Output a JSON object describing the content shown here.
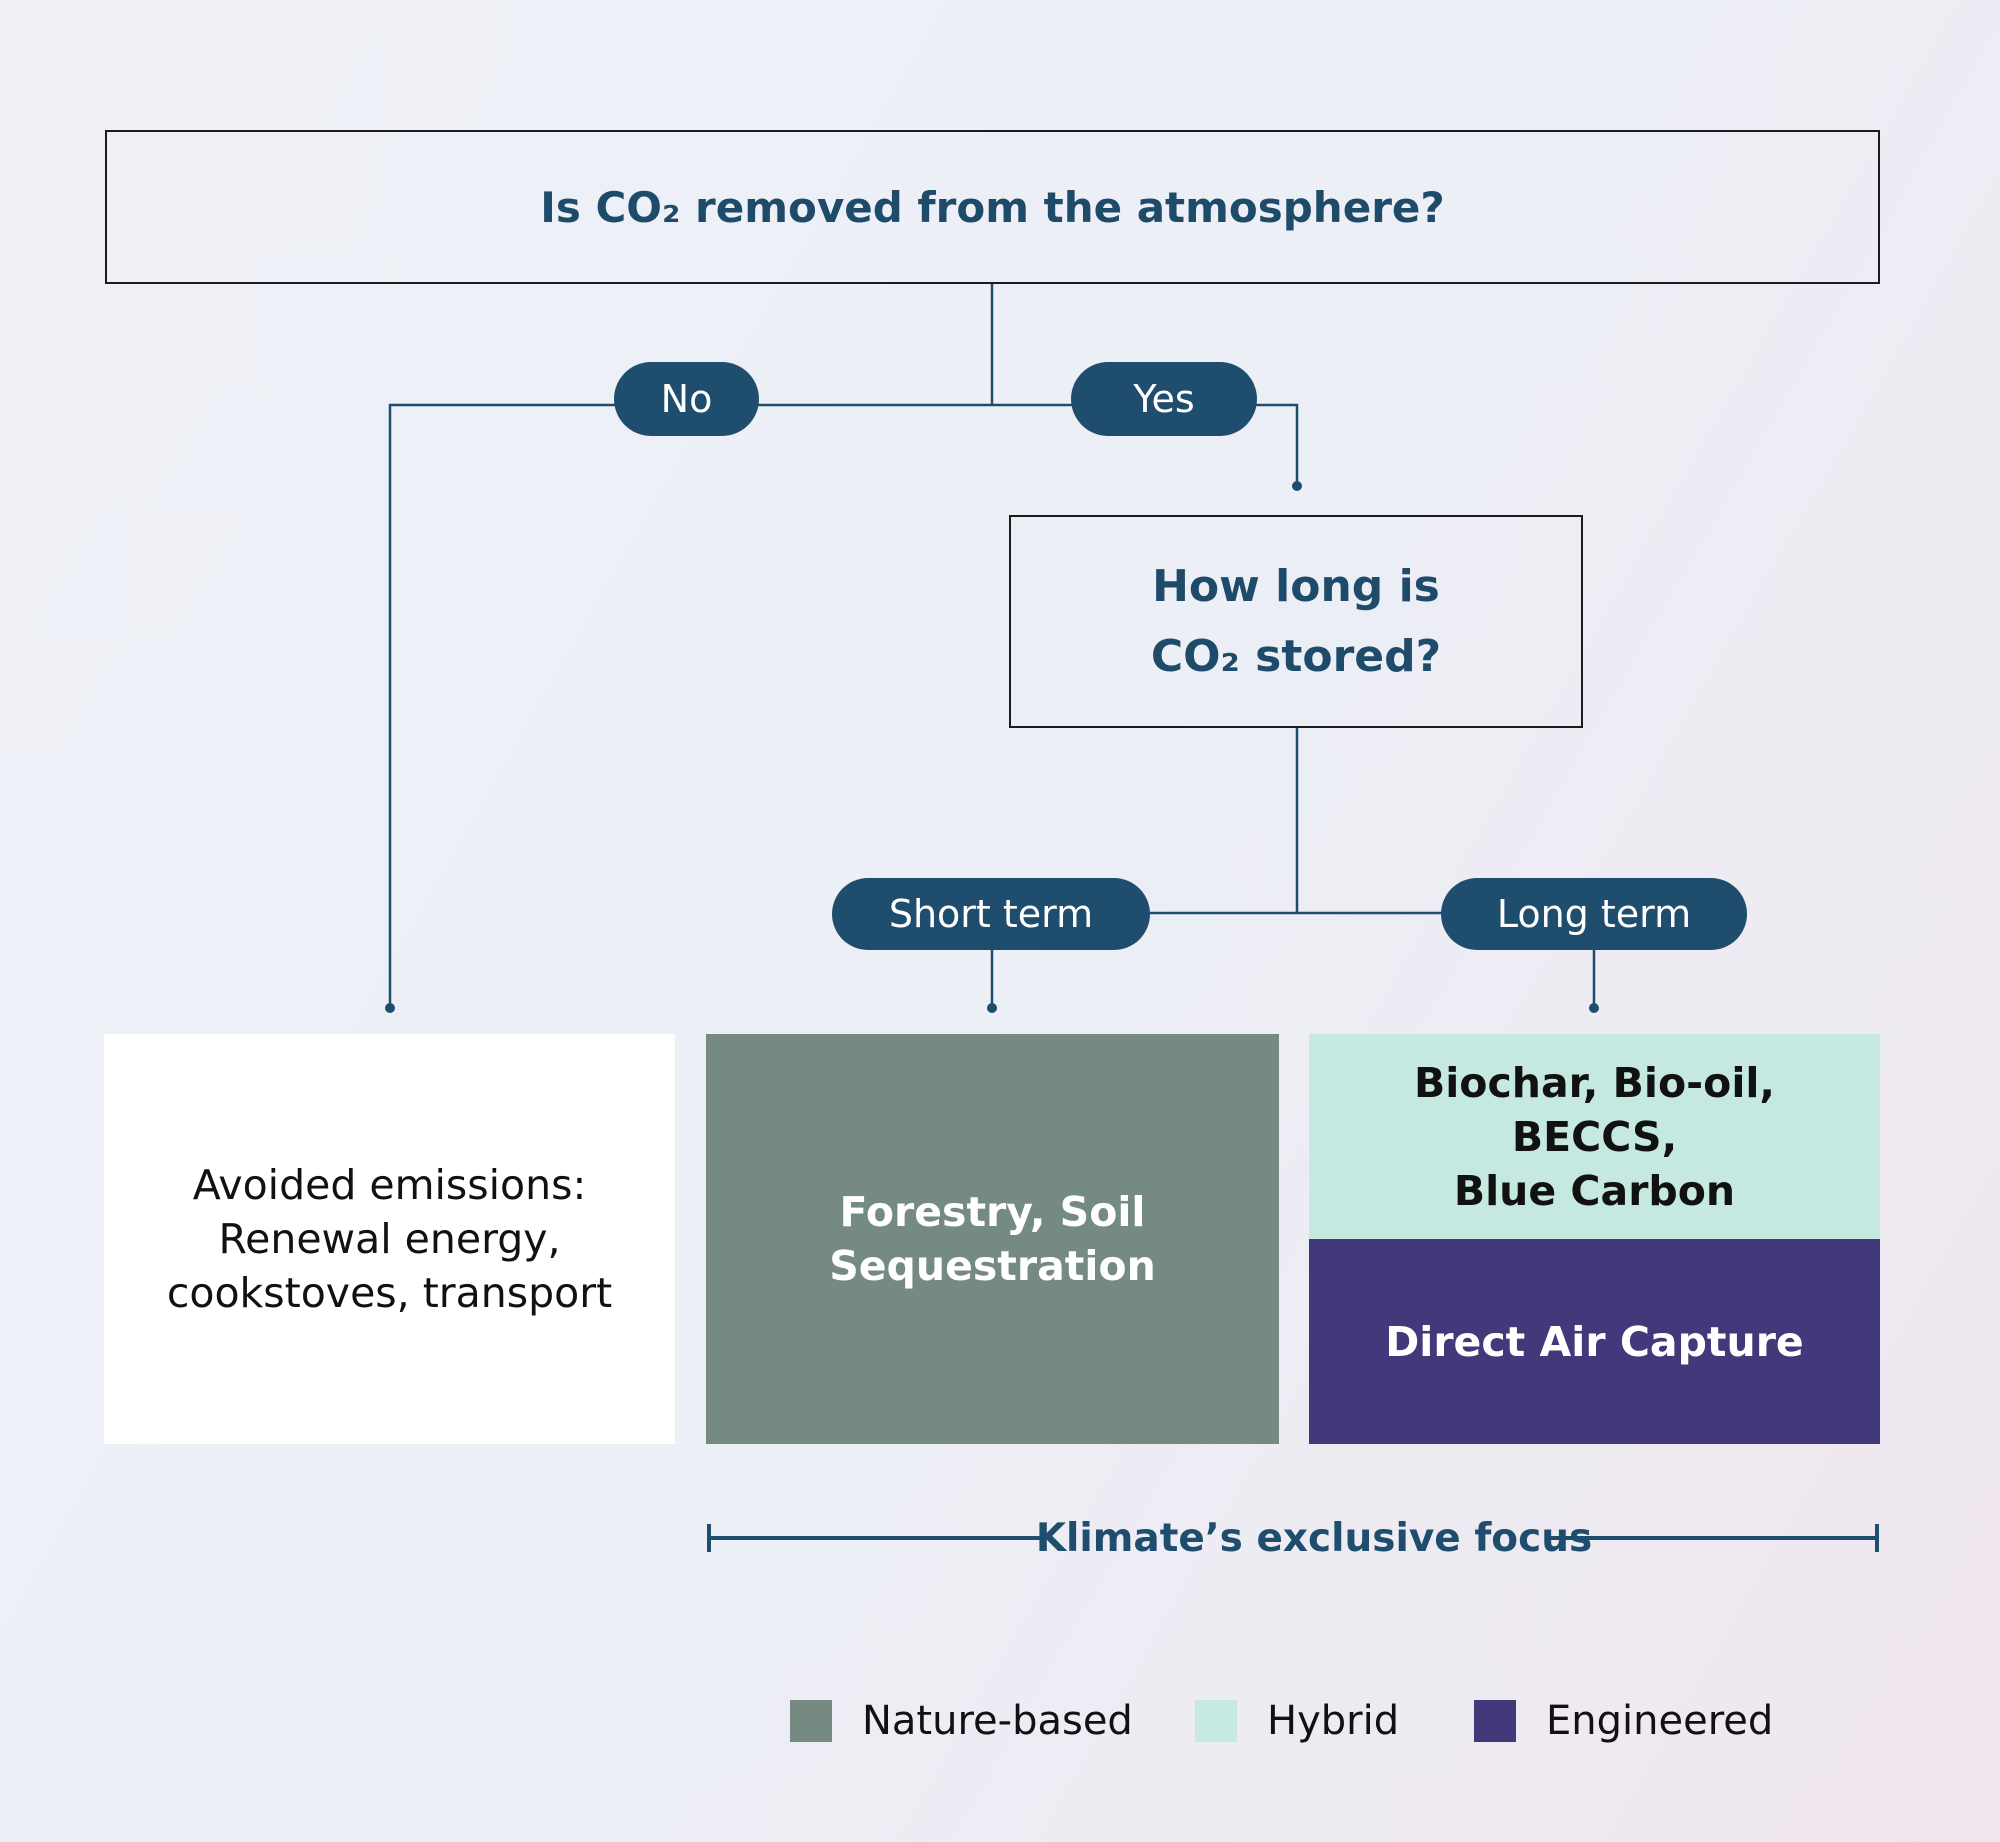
{
  "colors": {
    "line": "#1f4d6d",
    "pill": "#1f4d6d",
    "nature_based": "#758b82",
    "hybrid": "#c5e8e1",
    "engineered": "#41397a"
  },
  "question_1": "Is CO₂ removed from the atmosphere?",
  "question_2": "How long is\nCO₂ stored?",
  "branches": {
    "no": "No",
    "yes": "Yes",
    "short_term": "Short term",
    "long_term": "Long term"
  },
  "outcomes": {
    "avoided": "Avoided emissions:\nRenewal energy,\ncookstoves, transport",
    "forestry": "Forestry, Soil\nSequestration",
    "biochar": "Biochar, Bio-oil, BECCS,\nBlue Carbon",
    "direct_air_capture": "Direct Air Capture"
  },
  "focus_label": "Klimate’s exclusive focus",
  "legend": [
    {
      "label": "Nature-based",
      "color": "#758b82"
    },
    {
      "label": "Hybrid",
      "color": "#c5e8e1"
    },
    {
      "label": "Engineered",
      "color": "#41397a"
    }
  ]
}
